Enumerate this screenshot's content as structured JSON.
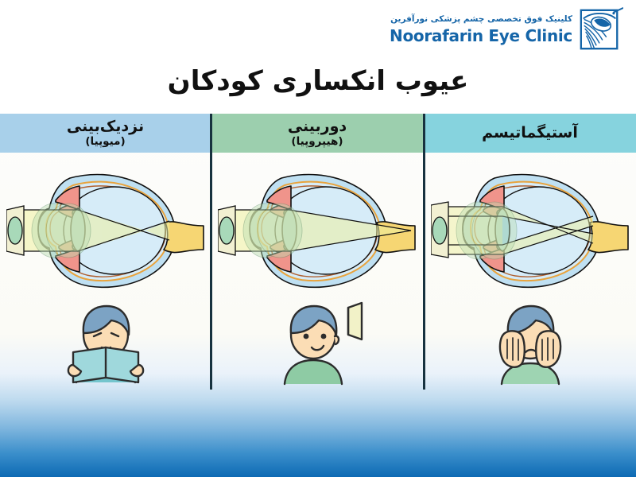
{
  "poster": {
    "title": "عیوب انکساری کودکان",
    "background_top": "#ffffff",
    "background_bottom": "#0d6ab4"
  },
  "logo": {
    "persian_name": "کلینیک فوق تخصصی چشم پزشکی نورآفرین",
    "english_name": "Noorafarin Eye Clinic",
    "mark": "bird-eye-mark",
    "color": "#1565a8"
  },
  "columns": [
    {
      "id": "myopia",
      "heading": "نزدیک‌بینی",
      "subheading": "(میوپیا)",
      "header_color": "#a8d0ea",
      "eye_diagram": "eye-cross-section-myopia",
      "focal_point": "before-retina",
      "child_illustration": "child-reading-book-close",
      "child_shirt_color": "#74c5cd",
      "hair_color": "#7ca3c4"
    },
    {
      "id": "hyperopia",
      "heading": "دوربینی",
      "subheading": "(هیپروپیا)",
      "header_color": "#9ccfae",
      "eye_diagram": "eye-cross-section-hyperopia",
      "focal_point": "behind-retina",
      "child_illustration": "child-holding-paper-far",
      "child_shirt_color": "#8ecba4",
      "hair_color": "#7ca3c4"
    },
    {
      "id": "astigmatism",
      "heading": "آستیگماتیسم",
      "subheading": "",
      "header_color": "#86d3de",
      "eye_diagram": "eye-cross-section-astigmatism",
      "focal_point": "two-crossing-foci",
      "child_illustration": "child-rubbing-eyes",
      "child_shirt_color": "#9ed4b2",
      "hair_color": "#7ca3c4"
    }
  ],
  "eye_anatomy": {
    "sclera": "#bfe0f2",
    "vitreous": "#d6ecf8",
    "iris": "#f0948b",
    "lens": "#a8d8ea",
    "optic_nerve": "#f6d673",
    "retina_line": "#e8a33d",
    "light_beam": "#f2f0a8",
    "outline": "#101010"
  },
  "divider": {
    "color": "#17323f"
  }
}
